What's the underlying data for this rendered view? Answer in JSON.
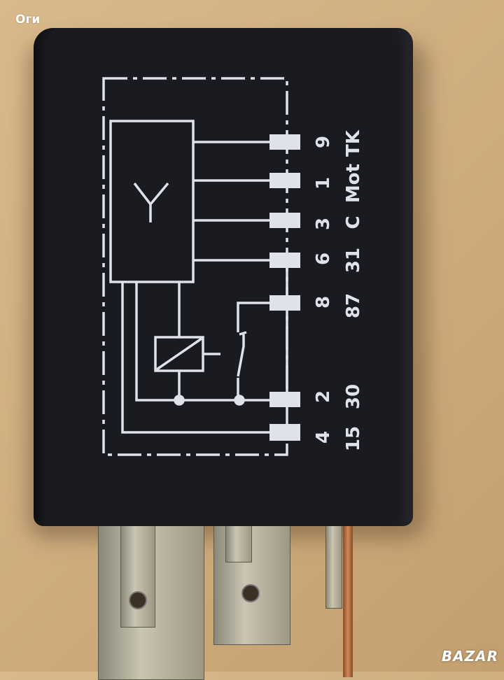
{
  "watermark": "Оги",
  "logo": "BAZAR",
  "relay": {
    "pins": [
      {
        "number": "9",
        "terminal": "TK"
      },
      {
        "number": "1",
        "terminal": "Mot"
      },
      {
        "number": "3",
        "terminal": "C"
      },
      {
        "number": "6",
        "terminal": "31"
      },
      {
        "number": "8",
        "terminal": "87"
      },
      {
        "number": "2",
        "terminal": "30"
      },
      {
        "number": "4",
        "terminal": "15"
      }
    ]
  },
  "colors": {
    "body": "#1a1b20",
    "print": "#dfe2ea",
    "background": "#cfae80"
  }
}
